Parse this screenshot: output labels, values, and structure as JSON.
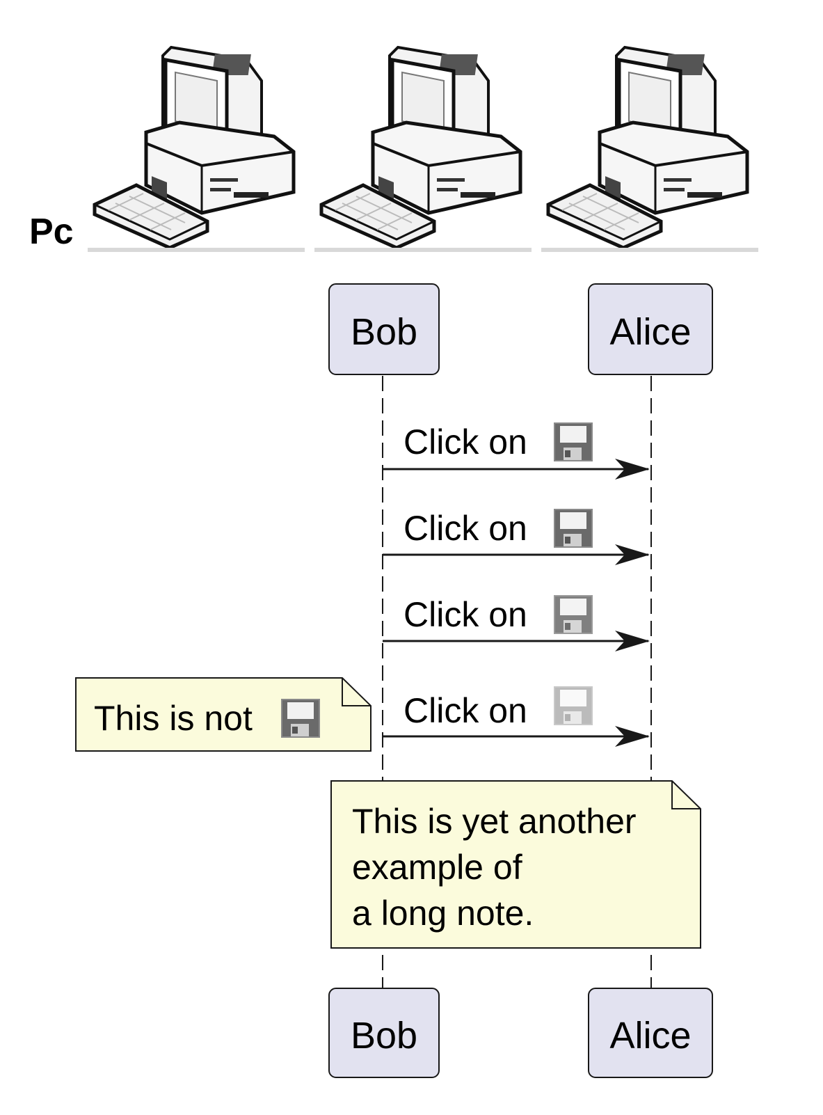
{
  "header": {
    "label": "Pc",
    "computer_icons": [
      "computer-icon",
      "computer-icon",
      "computer-icon"
    ]
  },
  "participants": [
    {
      "name": "Bob"
    },
    {
      "name": "Alice"
    }
  ],
  "messages": [
    {
      "text": "Click on",
      "icon": "floppy-disk-icon"
    },
    {
      "text": "Click on",
      "icon": "floppy-disk-icon"
    },
    {
      "text": "Click on",
      "icon": "floppy-disk-icon"
    },
    {
      "text": "Click on",
      "icon": "floppy-disk-icon"
    }
  ],
  "notes": [
    {
      "text": "This is not",
      "icon": "floppy-disk-icon"
    },
    {
      "lines": [
        "This is yet another",
        "example of",
        "a long note."
      ]
    }
  ],
  "colors": {
    "participant_fill": "#e2e2f0",
    "participant_border": "#181818",
    "note_fill": "#fbfbdc",
    "note_border": "#181818",
    "line": "#181818"
  }
}
